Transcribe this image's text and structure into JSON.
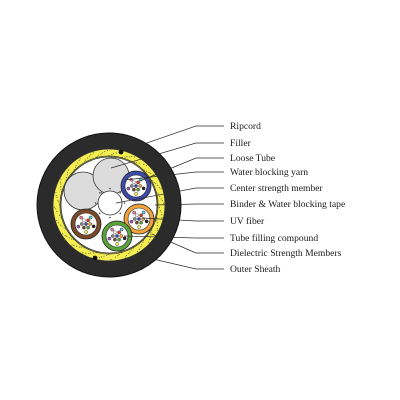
{
  "diagram": {
    "labels": [
      "Ripcord",
      "Filler",
      "Loose Tube",
      "Water blocking yarn",
      "Center strength member",
      "Binder & Water blocking tape",
      "UV fiber",
      "Tube filling compound",
      "Dielectric Strength Members",
      "Outer Sheath"
    ],
    "colors": {
      "outer_sheath": "#2b2b2b",
      "strength_layer": "#f4ee52",
      "inner_core": "#ffffff",
      "filler": "#dcdcdc",
      "tube_blue": "#3d4aa8",
      "tube_orange": "#f0a23c",
      "tube_green": "#5aa23c",
      "tube_brown": "#7a4a28",
      "fiber_colors": [
        "#3d4aa8",
        "#f0a23c",
        "#5aa23c",
        "#7a4a28",
        "#888888",
        "#ffffff",
        "#d23a2a",
        "#222222",
        "#f4ee52",
        "#9b59b6",
        "#e87da0",
        "#5fc8d8"
      ]
    }
  }
}
